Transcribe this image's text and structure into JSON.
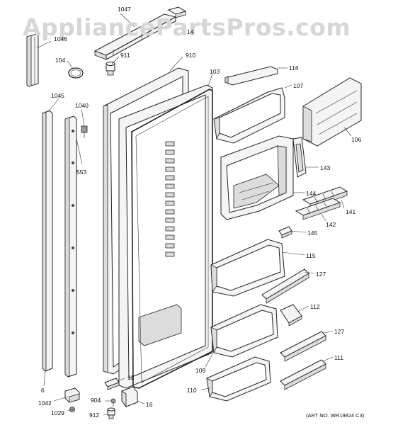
{
  "watermark": "AppliancePartsPros.com",
  "art_number": "(ART NO. WR19824 C3)",
  "callouts": {
    "c1047": "1047",
    "c1046": "1046",
    "c14": "14",
    "c104": "104",
    "c911": "911",
    "c910": "910",
    "c103": "103",
    "c116": "116",
    "c107": "107",
    "c106": "106",
    "c1045": "1045",
    "c1040": "1040",
    "c553": "553",
    "c143": "143",
    "c144": "144",
    "c141": "141",
    "c142": "142",
    "c145": "145",
    "c115": "115",
    "c127a": "127",
    "c112": "112",
    "c127b": "127",
    "c111": "111",
    "c109": "109",
    "c110": "110",
    "c6": "6",
    "c12": "12",
    "c1042": "1042",
    "c904": "904",
    "c16": "16",
    "c1029": "1029",
    "c912": "912"
  }
}
